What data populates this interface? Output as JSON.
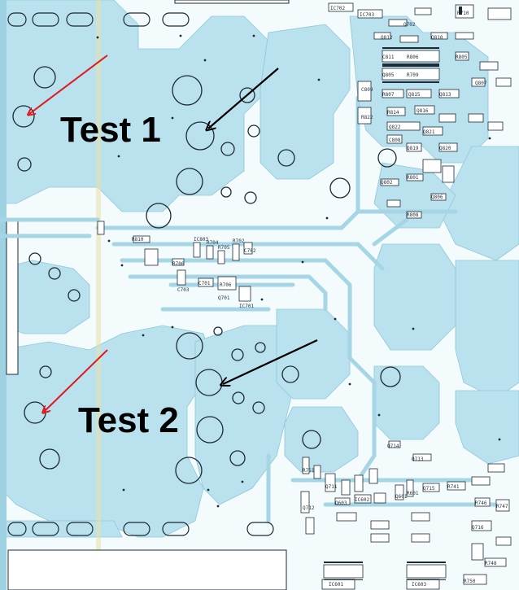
{
  "labels": {
    "test1": "Test 1",
    "test2": "Test 2"
  },
  "colors": {
    "copper": "#b9e1ee",
    "copper_dark": "#a6d6e6",
    "board": "#f4fbfd",
    "red_arrow": "#e3171b",
    "black_arrow": "#000000",
    "outline": "#1d2a33"
  },
  "refdes": [
    "IC702",
    "IC703",
    "R710",
    "Q702",
    "Q812",
    "Q810",
    "C811",
    "R806",
    "R805",
    "Q805",
    "R709",
    "C809",
    "Q807",
    "R807",
    "Q815",
    "Q813",
    "R814",
    "Q816",
    "R822",
    "Q822",
    "Q821",
    "C808",
    "Q819",
    "Q820",
    "R801",
    "Q802",
    "R808",
    "Q806",
    "R810",
    "IC803",
    "R704",
    "R702",
    "R700",
    "C701",
    "C702",
    "R705",
    "C703",
    "R706",
    "IC701",
    "Q701",
    "Q714",
    "Q713",
    "Q711",
    "Q712",
    "R751",
    "Q603",
    "IC602",
    "Q601",
    "R601",
    "Q715",
    "R741",
    "R746",
    "R747",
    "Q716",
    "R748",
    "R750",
    "IC601",
    "IC603"
  ]
}
